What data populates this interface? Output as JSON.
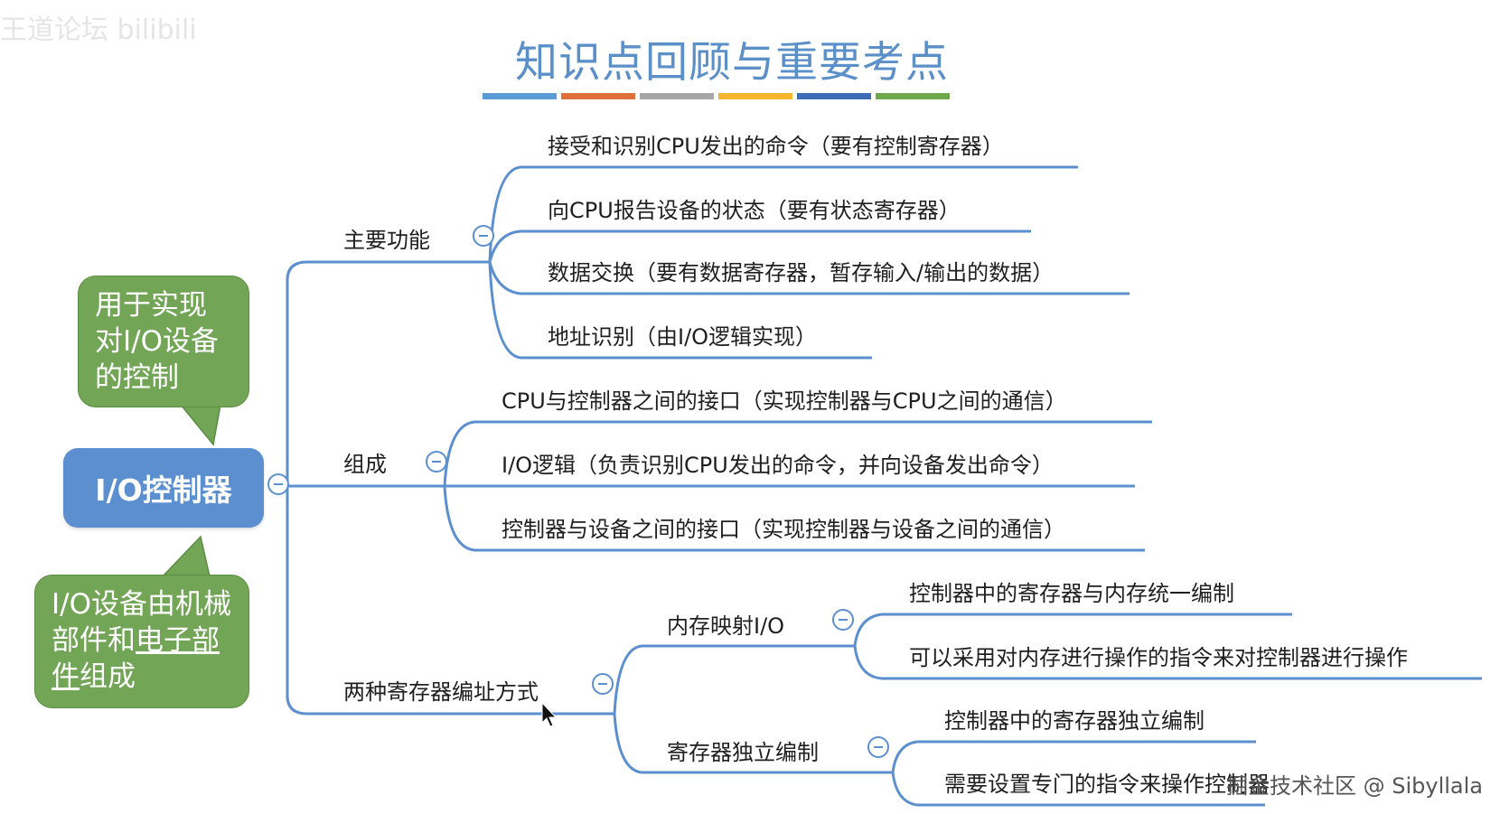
{
  "title": "知识点回顾与重要考点",
  "title_stripe_colors": [
    "#5a9bd6",
    "#e0703a",
    "#a6a6a6",
    "#f5b52f",
    "#3d6bb5",
    "#6ea84a"
  ],
  "root": {
    "label": "I/O控制器",
    "color": "#5b8fcf"
  },
  "callouts": [
    {
      "text": "用于实现对I/O设备的控制"
    },
    {
      "text_plain": "I/O设备由机械部件和",
      "text_underlined": "电子部件",
      "text_tail": "组成"
    }
  ],
  "branches": [
    {
      "label": "主要功能",
      "children": [
        "接受和识别CPU发出的命令（要有控制寄存器）",
        "向CPU报告设备的状态（要有状态寄存器）",
        "数据交换（要有数据寄存器，暂存输入/输出的数据）",
        "地址识别（由I/O逻辑实现）"
      ]
    },
    {
      "label": "组成",
      "children": [
        "CPU与控制器之间的接口（实现控制器与CPU之间的通信）",
        "I/O逻辑（负责识别CPU发出的命令，并向设备发出命令）",
        "控制器与设备之间的接口（实现控制器与设备之间的通信）"
      ]
    },
    {
      "label": "两种寄存器编址方式",
      "subbranches": [
        {
          "label": "内存映射I/O",
          "children": [
            "控制器中的寄存器与内存统一编制",
            "可以采用对内存进行操作的指令来对控制器进行操作"
          ]
        },
        {
          "label": "寄存器独立编制",
          "children": [
            "控制器中的寄存器独立编制",
            "需要设置专门的指令来操作控制器"
          ]
        }
      ]
    }
  ],
  "line_color": "#5b8fcf",
  "collapse_glyph": "⊖",
  "watermark_top": "王道论坛 bilibili",
  "watermark_bottom": "掘金技术社区 @ Sibyllala"
}
